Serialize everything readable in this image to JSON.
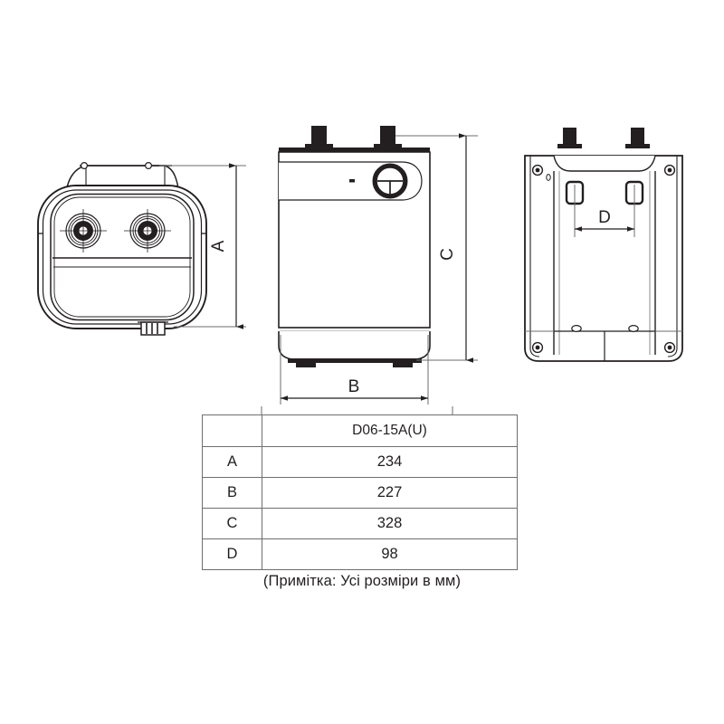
{
  "document": {
    "type": "technical-dimension-drawing",
    "subject": "water heater",
    "model": "D06-15A(U)"
  },
  "views": [
    {
      "id": "top-view",
      "name": "top-view",
      "dimension_labels": [
        "A"
      ]
    },
    {
      "id": "front-view",
      "name": "front-view",
      "dimension_labels": [
        "B",
        "C"
      ]
    },
    {
      "id": "rear-view",
      "name": "rear-view",
      "dimension_labels": [
        "D"
      ]
    }
  ],
  "dimension_callouts": {
    "a": "A",
    "b": "B",
    "c": "C",
    "d": "D"
  },
  "table": {
    "header_key": "",
    "header_value": "D06-15A(U)",
    "rows": [
      {
        "key": "A",
        "value": "234"
      },
      {
        "key": "B",
        "value": "227"
      },
      {
        "key": "C",
        "value": "328"
      },
      {
        "key": "D",
        "value": "98"
      }
    ]
  },
  "note": "(Примітка: Усі розміри в мм)",
  "colors": {
    "line": "#231f20",
    "line_light": "#6d6e71",
    "table_border": "#6d6e71",
    "background": "#ffffff",
    "fill_dark": "#231f20"
  }
}
